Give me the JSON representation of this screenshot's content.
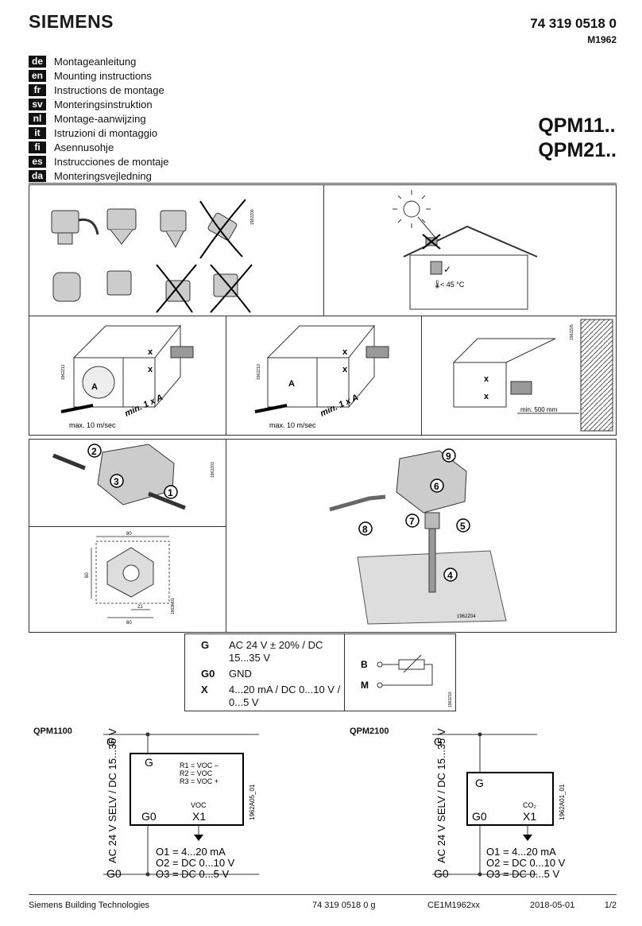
{
  "header": {
    "brand": "SIEMENS",
    "document_number": "74 319 0518 0",
    "model_code": "M1962"
  },
  "languages": [
    {
      "code": "de",
      "label": "Montageanleitung"
    },
    {
      "code": "en",
      "label": "Mounting instructions"
    },
    {
      "code": "fr",
      "label": "Instructions de montage"
    },
    {
      "code": "sv",
      "label": "Monteringsinstruktion"
    },
    {
      "code": "nl",
      "label": "Montage-aanwijzing"
    },
    {
      "code": "it",
      "label": "Istruzioni di montaggio"
    },
    {
      "code": "fi",
      "label": "Asennusohje"
    },
    {
      "code": "es",
      "label": "Instrucciones de montaje"
    },
    {
      "code": "da",
      "label": "Monteringsvejledning"
    }
  ],
  "products": [
    "QPM11..",
    "QPM21.."
  ],
  "figures": {
    "orientation_code": "1962Z06",
    "temperature_label": "< 45 °C",
    "duct1": {
      "code": "1962Z11",
      "x_label": "x",
      "a_label": "A",
      "distance": "min. 1 x A",
      "speed": "max. 10 m/sec"
    },
    "duct2": {
      "code": "1962Z10",
      "x_label": "x",
      "a_label": "A",
      "distance": "min. 1 x A",
      "speed": "max. 10 m/sec"
    },
    "wall": {
      "code": "1962Z05",
      "x_label": "x",
      "distance": "min. 500 mm"
    },
    "opening": {
      "code": "1962Z03",
      "steps": [
        "1",
        "2",
        "3"
      ]
    },
    "drilling": {
      "code": "1962M01",
      "dim_width": "80",
      "dim_height": "60",
      "dim_inner": "21",
      "dim_bottom": "60"
    },
    "assembly": {
      "code": "1962Z04",
      "steps": [
        "4",
        "5",
        "6",
        "7",
        "8",
        "9"
      ]
    }
  },
  "terminal_table": {
    "rows": [
      {
        "key": "G",
        "value": "AC 24 V ± 20% / DC 15...35 V"
      },
      {
        "key": "G0",
        "value": "GND"
      },
      {
        "key": "X",
        "value": "4...20 mA / DC 0...10 V / 0...5 V"
      }
    ],
    "bus": [
      {
        "key": "B"
      },
      {
        "key": "M"
      }
    ],
    "code": "1962Z16"
  },
  "schematics": [
    {
      "title": "QPM1100",
      "supply_label": "AC 24 V SELV / DC 15...35 V",
      "top_terminal": "G",
      "bottom_terminal": "G0",
      "box_g": "G",
      "box_g0": "G0",
      "box_x1": "X1",
      "relays": [
        "R1 = VOC –",
        "R2 = VOC",
        "R3 = VOC +"
      ],
      "sensor": "VOC",
      "outputs": [
        "O1 = 4...20 mA",
        "O2 = DC 0...10 V",
        "O3 = DC 0...5 V"
      ],
      "code": "1962A05_01"
    },
    {
      "title": "QPM2100",
      "supply_label": "AC 24 V SELV / DC 15...35 V",
      "top_terminal": "G",
      "bottom_terminal": "G0",
      "box_g": "G",
      "box_g0": "G0",
      "box_x1": "X1",
      "relays": [],
      "sensor": "CO₂",
      "outputs": [
        "O1 = 4...20 mA",
        "O2 = DC 0...10 V",
        "O3 = DC 0...5 V"
      ],
      "code": "1962A01_01"
    }
  ],
  "footer": {
    "company": "Siemens Building Technologies",
    "doc_ref": "74 319 0518 0 g",
    "ce_ref": "CE1M1962xx",
    "date": "2018-05-01",
    "page": "1/2"
  }
}
